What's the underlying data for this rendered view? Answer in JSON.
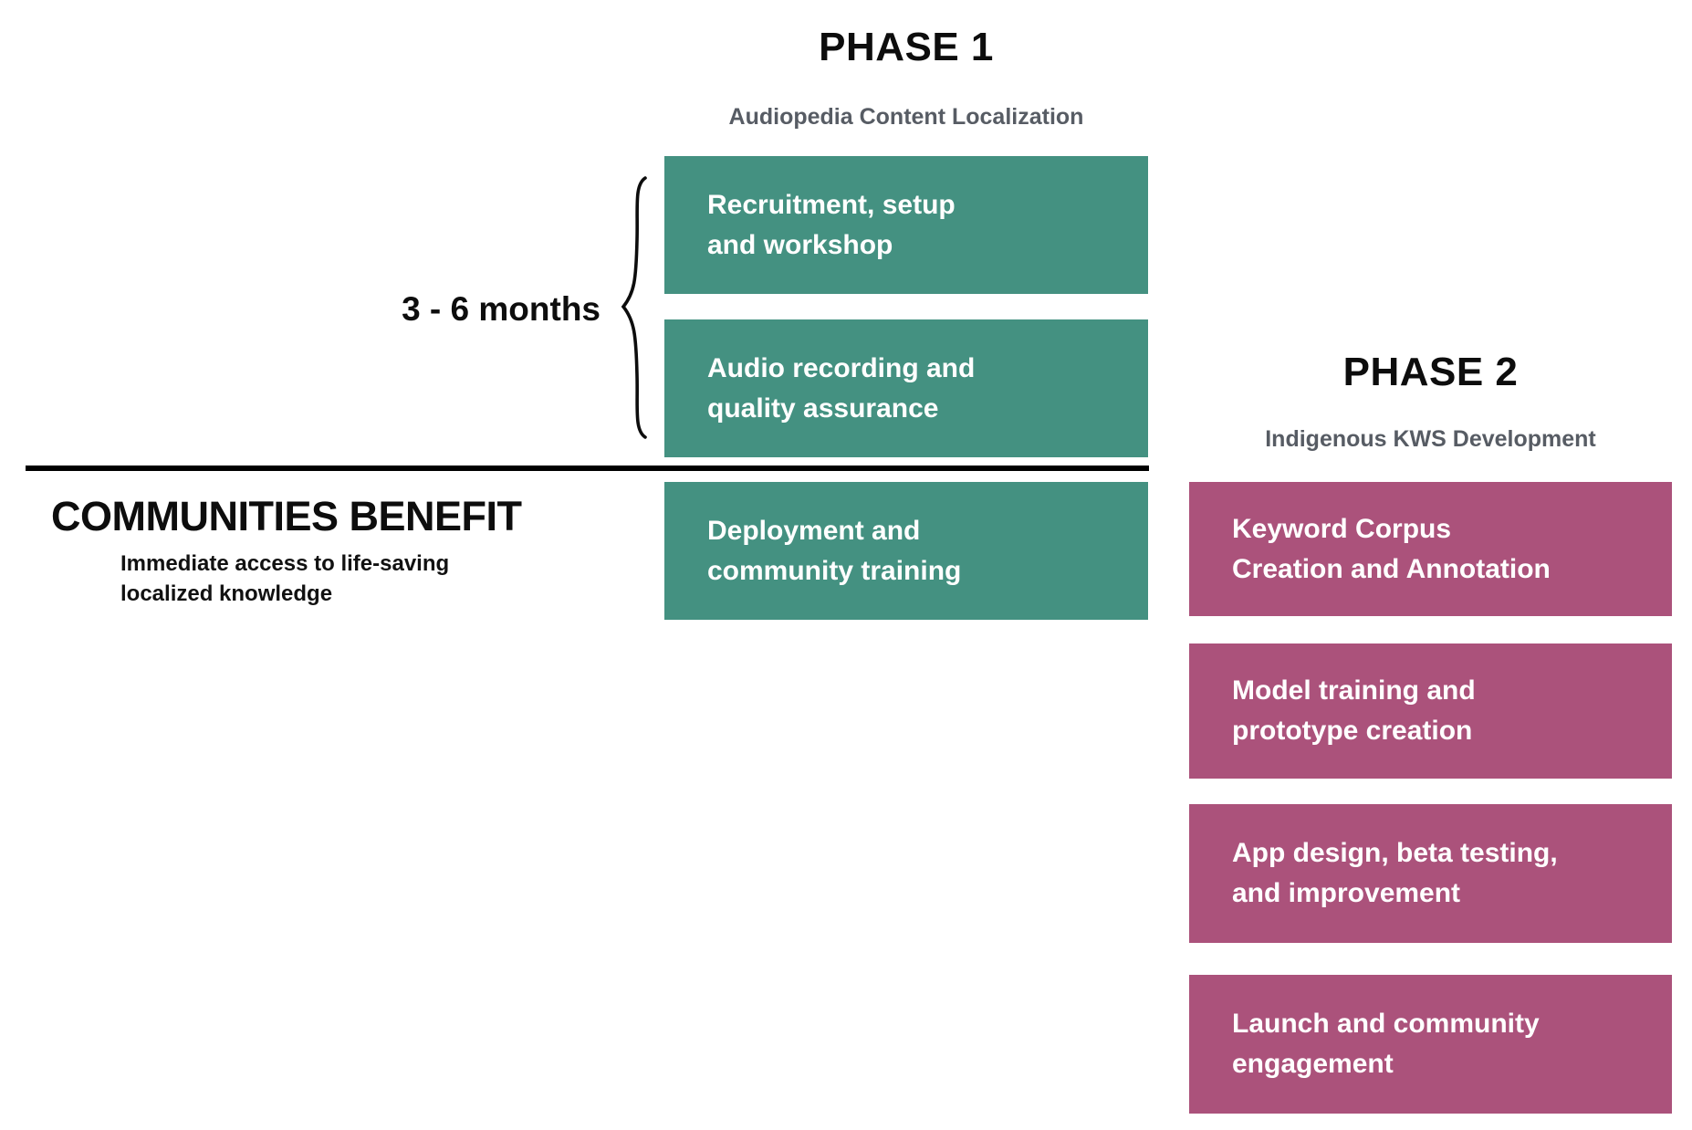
{
  "colors": {
    "phase1_box": "#449181",
    "phase2_box": "#ab527b",
    "subtitle_gray": "#575c64",
    "text_black": "#0d0d0d",
    "box_text": "#ffffff"
  },
  "phase1": {
    "title": "PHASE 1",
    "subtitle": "Audiopedia Content Localization",
    "steps": [
      "Recruitment, setup\nand workshop",
      "Audio recording and\nquality assurance",
      "Deployment and\ncommunity training"
    ]
  },
  "phase2": {
    "title": "PHASE 2",
    "subtitle": "Indigenous KWS Development",
    "steps": [
      "Keyword Corpus\nCreation and Annotation",
      "Model training and\nprototype creation",
      "App design, beta testing,\nand improvement",
      "Launch and community\nengagement"
    ]
  },
  "timeline": {
    "duration_label": "3 - 6 months"
  },
  "benefit": {
    "heading": "COMMUNITIES BENEFIT",
    "description": "Immediate access to life-saving\nlocalized knowledge"
  }
}
